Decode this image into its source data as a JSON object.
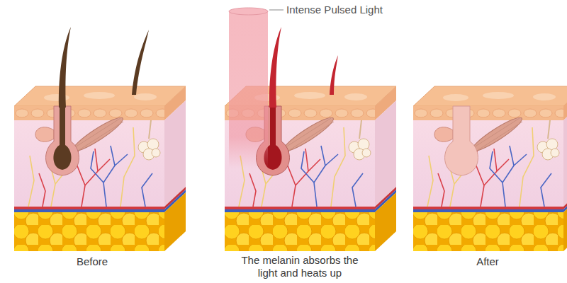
{
  "diagram": {
    "labels": [
      "Intense Pulsed Light",
      "Before",
      "The melanin absorbs the light and heats up",
      "After"
    ]
  }
}
